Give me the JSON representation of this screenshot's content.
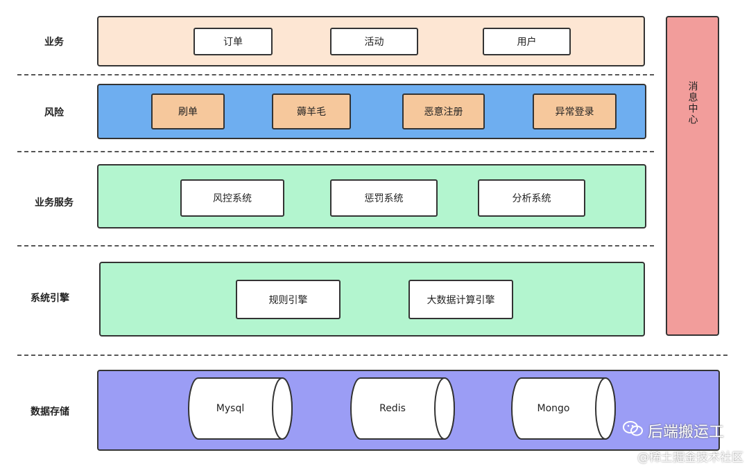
{
  "layers": {
    "business": {
      "label": "业务",
      "items": [
        "订单",
        "活动",
        "用户"
      ]
    },
    "risk": {
      "label": "风险",
      "items": [
        "刷单",
        "薅羊毛",
        "恶意注册",
        "异常登录"
      ]
    },
    "service": {
      "label": "业务服务",
      "items": [
        "风控系统",
        "惩罚系统",
        "分析系统"
      ]
    },
    "engine": {
      "label": "系统引擎",
      "items": [
        "规则引擎",
        "大数据计算引擎"
      ]
    },
    "storage": {
      "label": "数据存储",
      "items": [
        "Mysql",
        "Redis",
        "Mongo"
      ]
    }
  },
  "message_center": {
    "label": "消息中心"
  },
  "watermark": {
    "account": "后端搬运工",
    "site": "@稀土掘金技术社区"
  },
  "colors": {
    "business_band": "#fde6d3",
    "risk_band": "#6eaef0",
    "risk_box": "#f6c89c",
    "service_band": "#b3f5cf",
    "engine_band": "#b3f5cf",
    "storage_band": "#9b9df5",
    "message_center": "#f29d9b"
  }
}
